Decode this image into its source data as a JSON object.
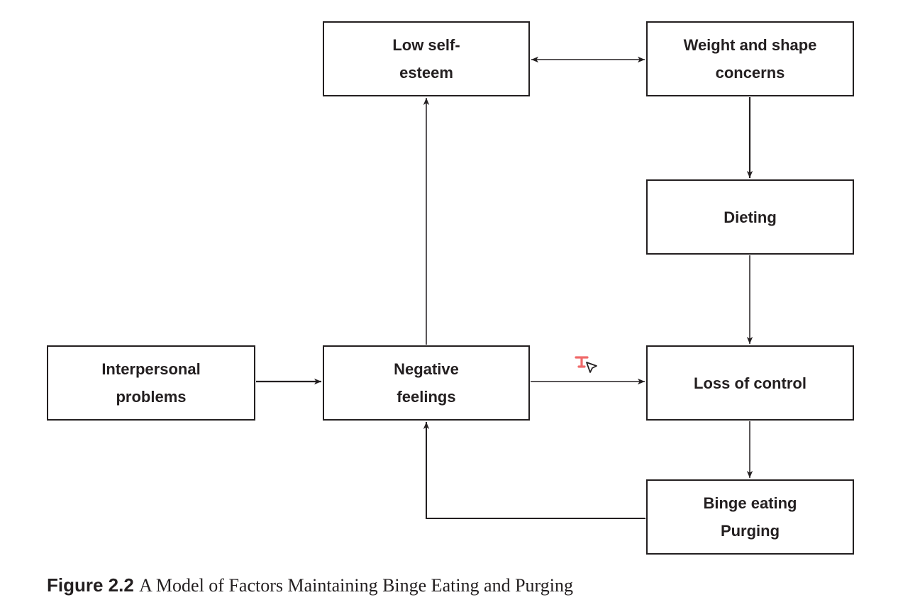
{
  "nodes": {
    "low_self_esteem": [
      "Low self-",
      "esteem"
    ],
    "weight_shape_concerns": [
      "Weight and shape",
      "concerns"
    ],
    "dieting": [
      "Dieting"
    ],
    "interpersonal_problems": [
      "Interpersonal",
      "problems"
    ],
    "negative_feelings": [
      "Negative",
      "feelings"
    ],
    "loss_of_control": [
      "Loss of control"
    ],
    "binge_purging": [
      "Binge eating",
      "Purging"
    ]
  },
  "caption": {
    "label": "Figure 2.2",
    "text": "A Model of Factors Maintaining Binge Eating and Purging"
  },
  "colors": {
    "line": "#231f20",
    "cursor_accent": "#f06a6a"
  },
  "cursor_icon": "text-cursor-icon"
}
